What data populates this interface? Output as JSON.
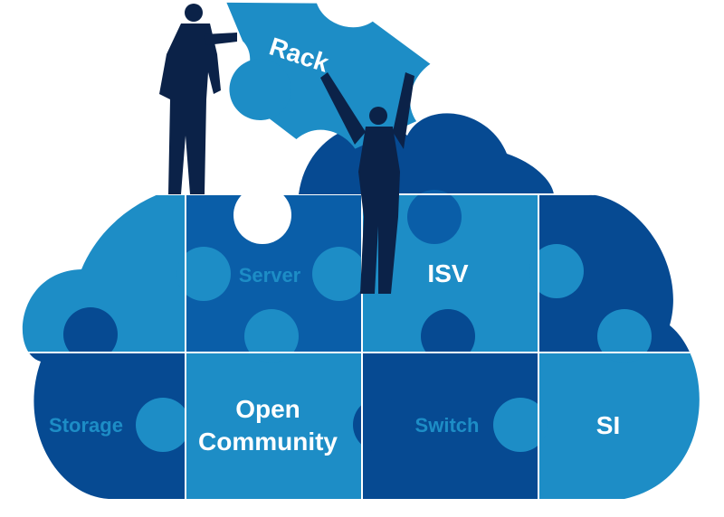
{
  "pieces": {
    "rack": "Rack",
    "server": "Server",
    "isv": "ISV",
    "storage": "Storage",
    "open_line1": "Open",
    "open_line2": "Community",
    "switch": "Switch",
    "si": "SI"
  },
  "colors": {
    "dark_blue": "#064a92",
    "mid_blue": "#0a6fb0",
    "light_blue": "#1d8dc6",
    "figure_navy": "#0b2248",
    "seam": "#ffffff"
  }
}
